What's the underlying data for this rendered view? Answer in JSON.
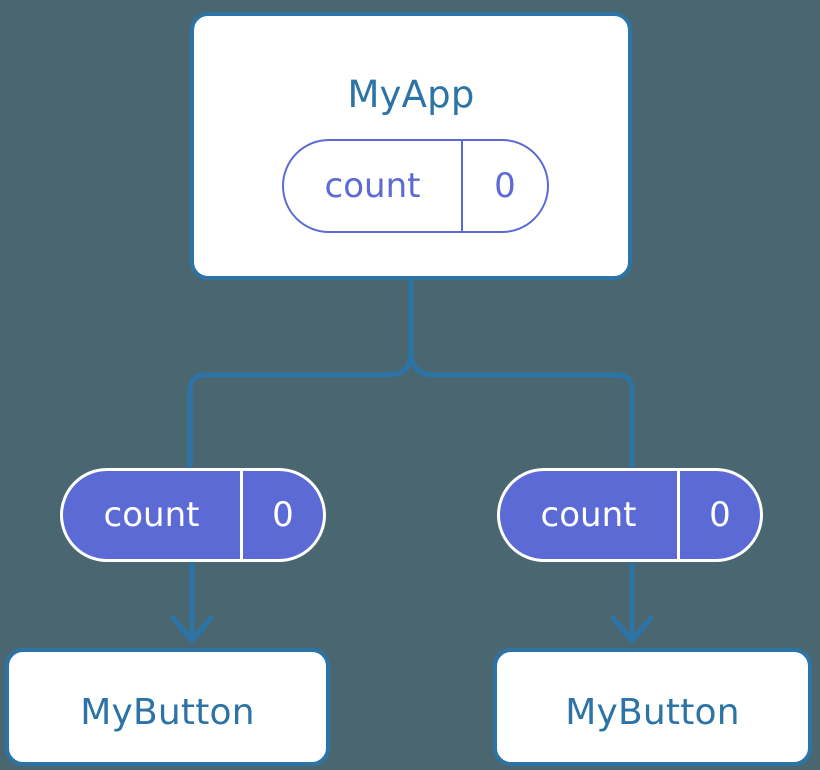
{
  "diagram": {
    "title": "MyApp",
    "background_color": "#4a6771",
    "accent_border_color": "#2c74a6",
    "state_color": "#5c6ad6",
    "connector_color": "#2c74a6"
  },
  "root": {
    "component_label": "MyApp",
    "state": {
      "key": "count",
      "value": "0"
    }
  },
  "props": [
    {
      "key": "count",
      "value": "0"
    },
    {
      "key": "count",
      "value": "0"
    }
  ],
  "children": [
    {
      "component_label": "MyButton"
    },
    {
      "component_label": "MyButton"
    }
  ]
}
